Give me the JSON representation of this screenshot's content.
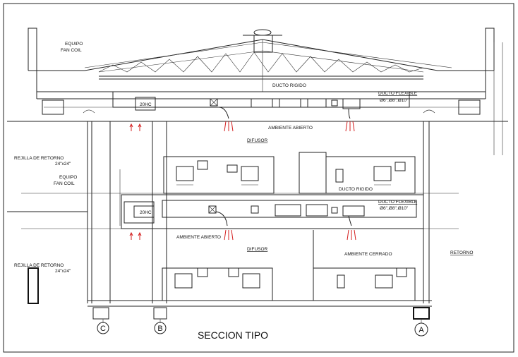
{
  "title": "SECCION TIPO",
  "labels": {
    "equipo_top": "EQUIPO",
    "fan_coil_top": "FAN COIL",
    "ducto_rigido_top": "DUCTO RIGIDO",
    "ducto_flexible_top": "DUCTO FLEXIBLE",
    "diam_top": "Ø6\",Ø8\",Ø10\"",
    "ambiente_abierto_top": "AMBIENTE ABIERTO",
    "difusor_top": "DIFUSOR",
    "rejilla_top": "REJILLA DE RETORNO",
    "rejilla_size_top": "24\"x24\"",
    "equipo_mid": "EQUIPO",
    "fan_coil_mid": "FAN COIL",
    "ducto_rigido_mid": "DUCTO RIGIDO",
    "ducto_flexible_mid": "DUCTO FLEXIBLE",
    "diam_mid": "Ø6\",Ø8\",Ø10\"",
    "ambiente_abierto_mid": "AMBIENTE ABIERTO",
    "difusor_mid": "DIFUSOR",
    "ambiente_cerrado": "AMBIENTE CERRADO",
    "retorno": "RETORNO",
    "rejilla_bottom": "REJILLA DE RETORNO",
    "rejilla_size_bottom": "24\"x24\"",
    "unit_top": "20HC",
    "unit_mid": "20HC"
  },
  "axes": [
    "C",
    "B",
    "A"
  ]
}
